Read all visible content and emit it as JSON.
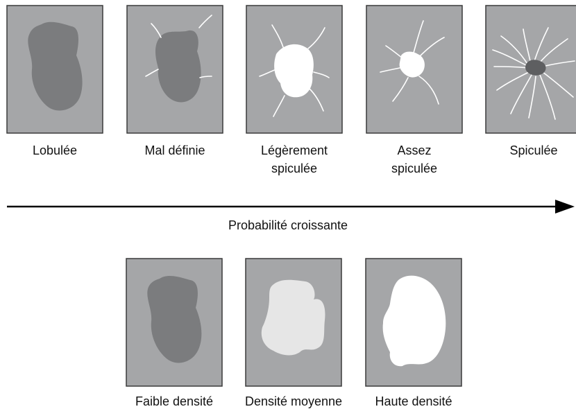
{
  "top_row": {
    "panels": [
      {
        "label_lines": [
          "Lobulée"
        ]
      },
      {
        "label_lines": [
          "Mal définie"
        ]
      },
      {
        "label_lines": [
          "Légèrement",
          "spiculée"
        ]
      },
      {
        "label_lines": [
          "Assez",
          "spiculée"
        ]
      },
      {
        "label_lines": [
          "Spiculée"
        ]
      }
    ]
  },
  "arrow": {
    "label": "Probabilité croissante"
  },
  "bottom_row": {
    "panels": [
      {
        "label_lines": [
          "Faible densité"
        ]
      },
      {
        "label_lines": [
          "Densité moyenne"
        ]
      },
      {
        "label_lines": [
          "Haute densité"
        ]
      }
    ]
  },
  "colors": {
    "panel_bg": "#a5a6a8",
    "panel_border": "#3a3a3a",
    "mass_dark": "#7b7c7e",
    "mass_darker": "#5e5f61",
    "mass_light": "#e6e6e6",
    "mass_white": "#ffffff",
    "spicule": "#ffffff",
    "arrow": "#000000"
  }
}
